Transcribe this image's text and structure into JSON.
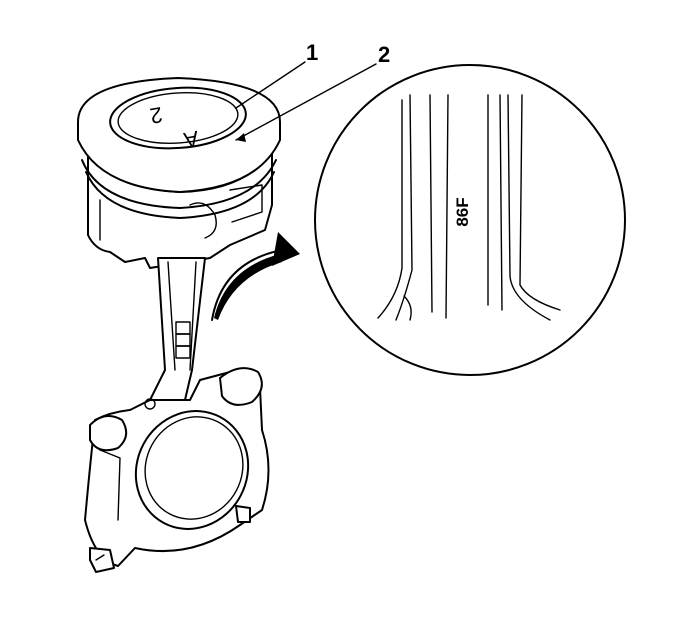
{
  "callouts": {
    "one": "1",
    "two": "2"
  },
  "piston_crown_marks": {
    "left": "2",
    "right": "A"
  },
  "detail_view": {
    "rod_stamp": "86F"
  },
  "icons": {
    "arrow": "curved-arrow-icon"
  }
}
